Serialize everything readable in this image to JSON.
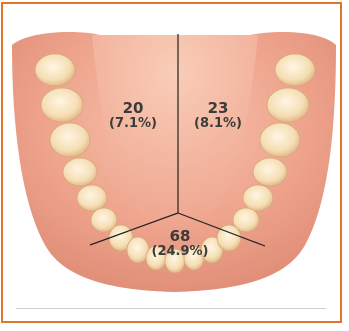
{
  "regions": [
    {
      "id": "left-posterior",
      "count": "20",
      "percent": "(7.1%)"
    },
    {
      "id": "right-posterior",
      "count": "23",
      "percent": "(8.1%)"
    },
    {
      "id": "anterior",
      "count": "68",
      "percent": "(24.9%)"
    }
  ],
  "colors": {
    "frame_border": "#e1762b",
    "gum": "#e99a86",
    "palate": "#f3b6a0",
    "tooth": "#f6e2bd",
    "divider_line": "#222222",
    "label_text": "#3b3b3b"
  }
}
